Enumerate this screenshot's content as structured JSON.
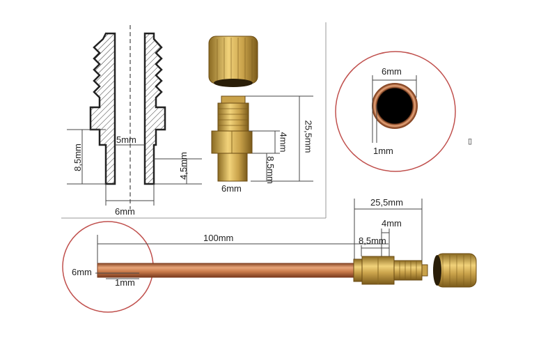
{
  "labels": {
    "section_outlet_diameter": "5mm",
    "section_length": "8,5mm",
    "section_socket_depth": "4,5mm",
    "section_socket_width": "6mm",
    "fitting_total": "25,5mm",
    "fitting_thread": "4mm",
    "fitting_body": "8,5mm",
    "fitting_diameter": "6mm",
    "tube_end_diameter": "6mm",
    "tube_end_wall": "1mm",
    "assembly_fitting_total": "25,5mm",
    "assembly_thread": "4mm",
    "assembly_body": "8,5mm",
    "assembly_tube_length": "100mm",
    "assembly_tube_diameter": "6mm",
    "assembly_tube_wall": "1mm",
    "stray_glyph": "▯"
  },
  "colors": {
    "brass": "#c9a24a",
    "brass_dark": "#8a6a22",
    "copper": "#c97a4a",
    "copper_dark": "#8a4a28",
    "circle_outline": "#c0504d",
    "line": "#333333"
  }
}
